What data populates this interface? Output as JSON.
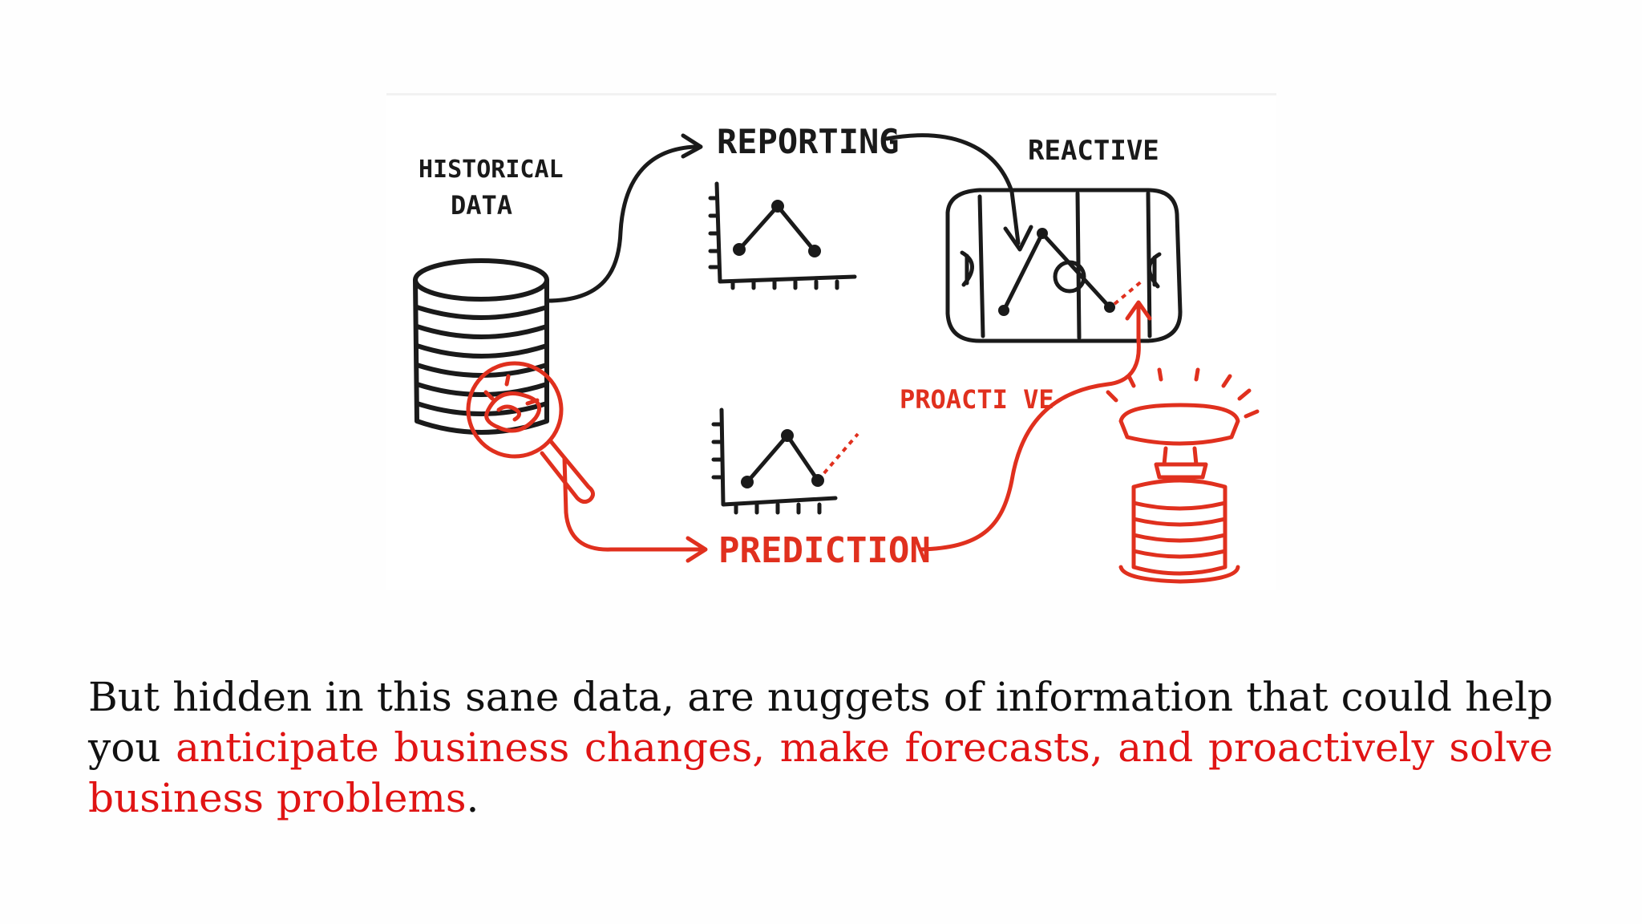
{
  "colors": {
    "ink": "#1a1a1a",
    "accent": "#e0301e",
    "caption_text": "#111111",
    "caption_highlight": "#e01414"
  },
  "diagram": {
    "labels": {
      "historical_line1": "HISTORICAL",
      "historical_line2": "DATA",
      "reporting": "REPORTING",
      "reactive": "REACTIVE",
      "proactive": "PROACTI VE",
      "prediction": "PREDICTION"
    },
    "icons": [
      "database-icon",
      "magnifier-icon",
      "line-chart-icon",
      "line-chart-forecast-icon",
      "board-icon",
      "crystal-stack-icon"
    ]
  },
  "caption": {
    "part1": "But hidden in this sane data, are nuggets of information that could help you ",
    "highlight": "anticipate business changes, make forecasts, and proactively solve business problems",
    "end": "."
  }
}
